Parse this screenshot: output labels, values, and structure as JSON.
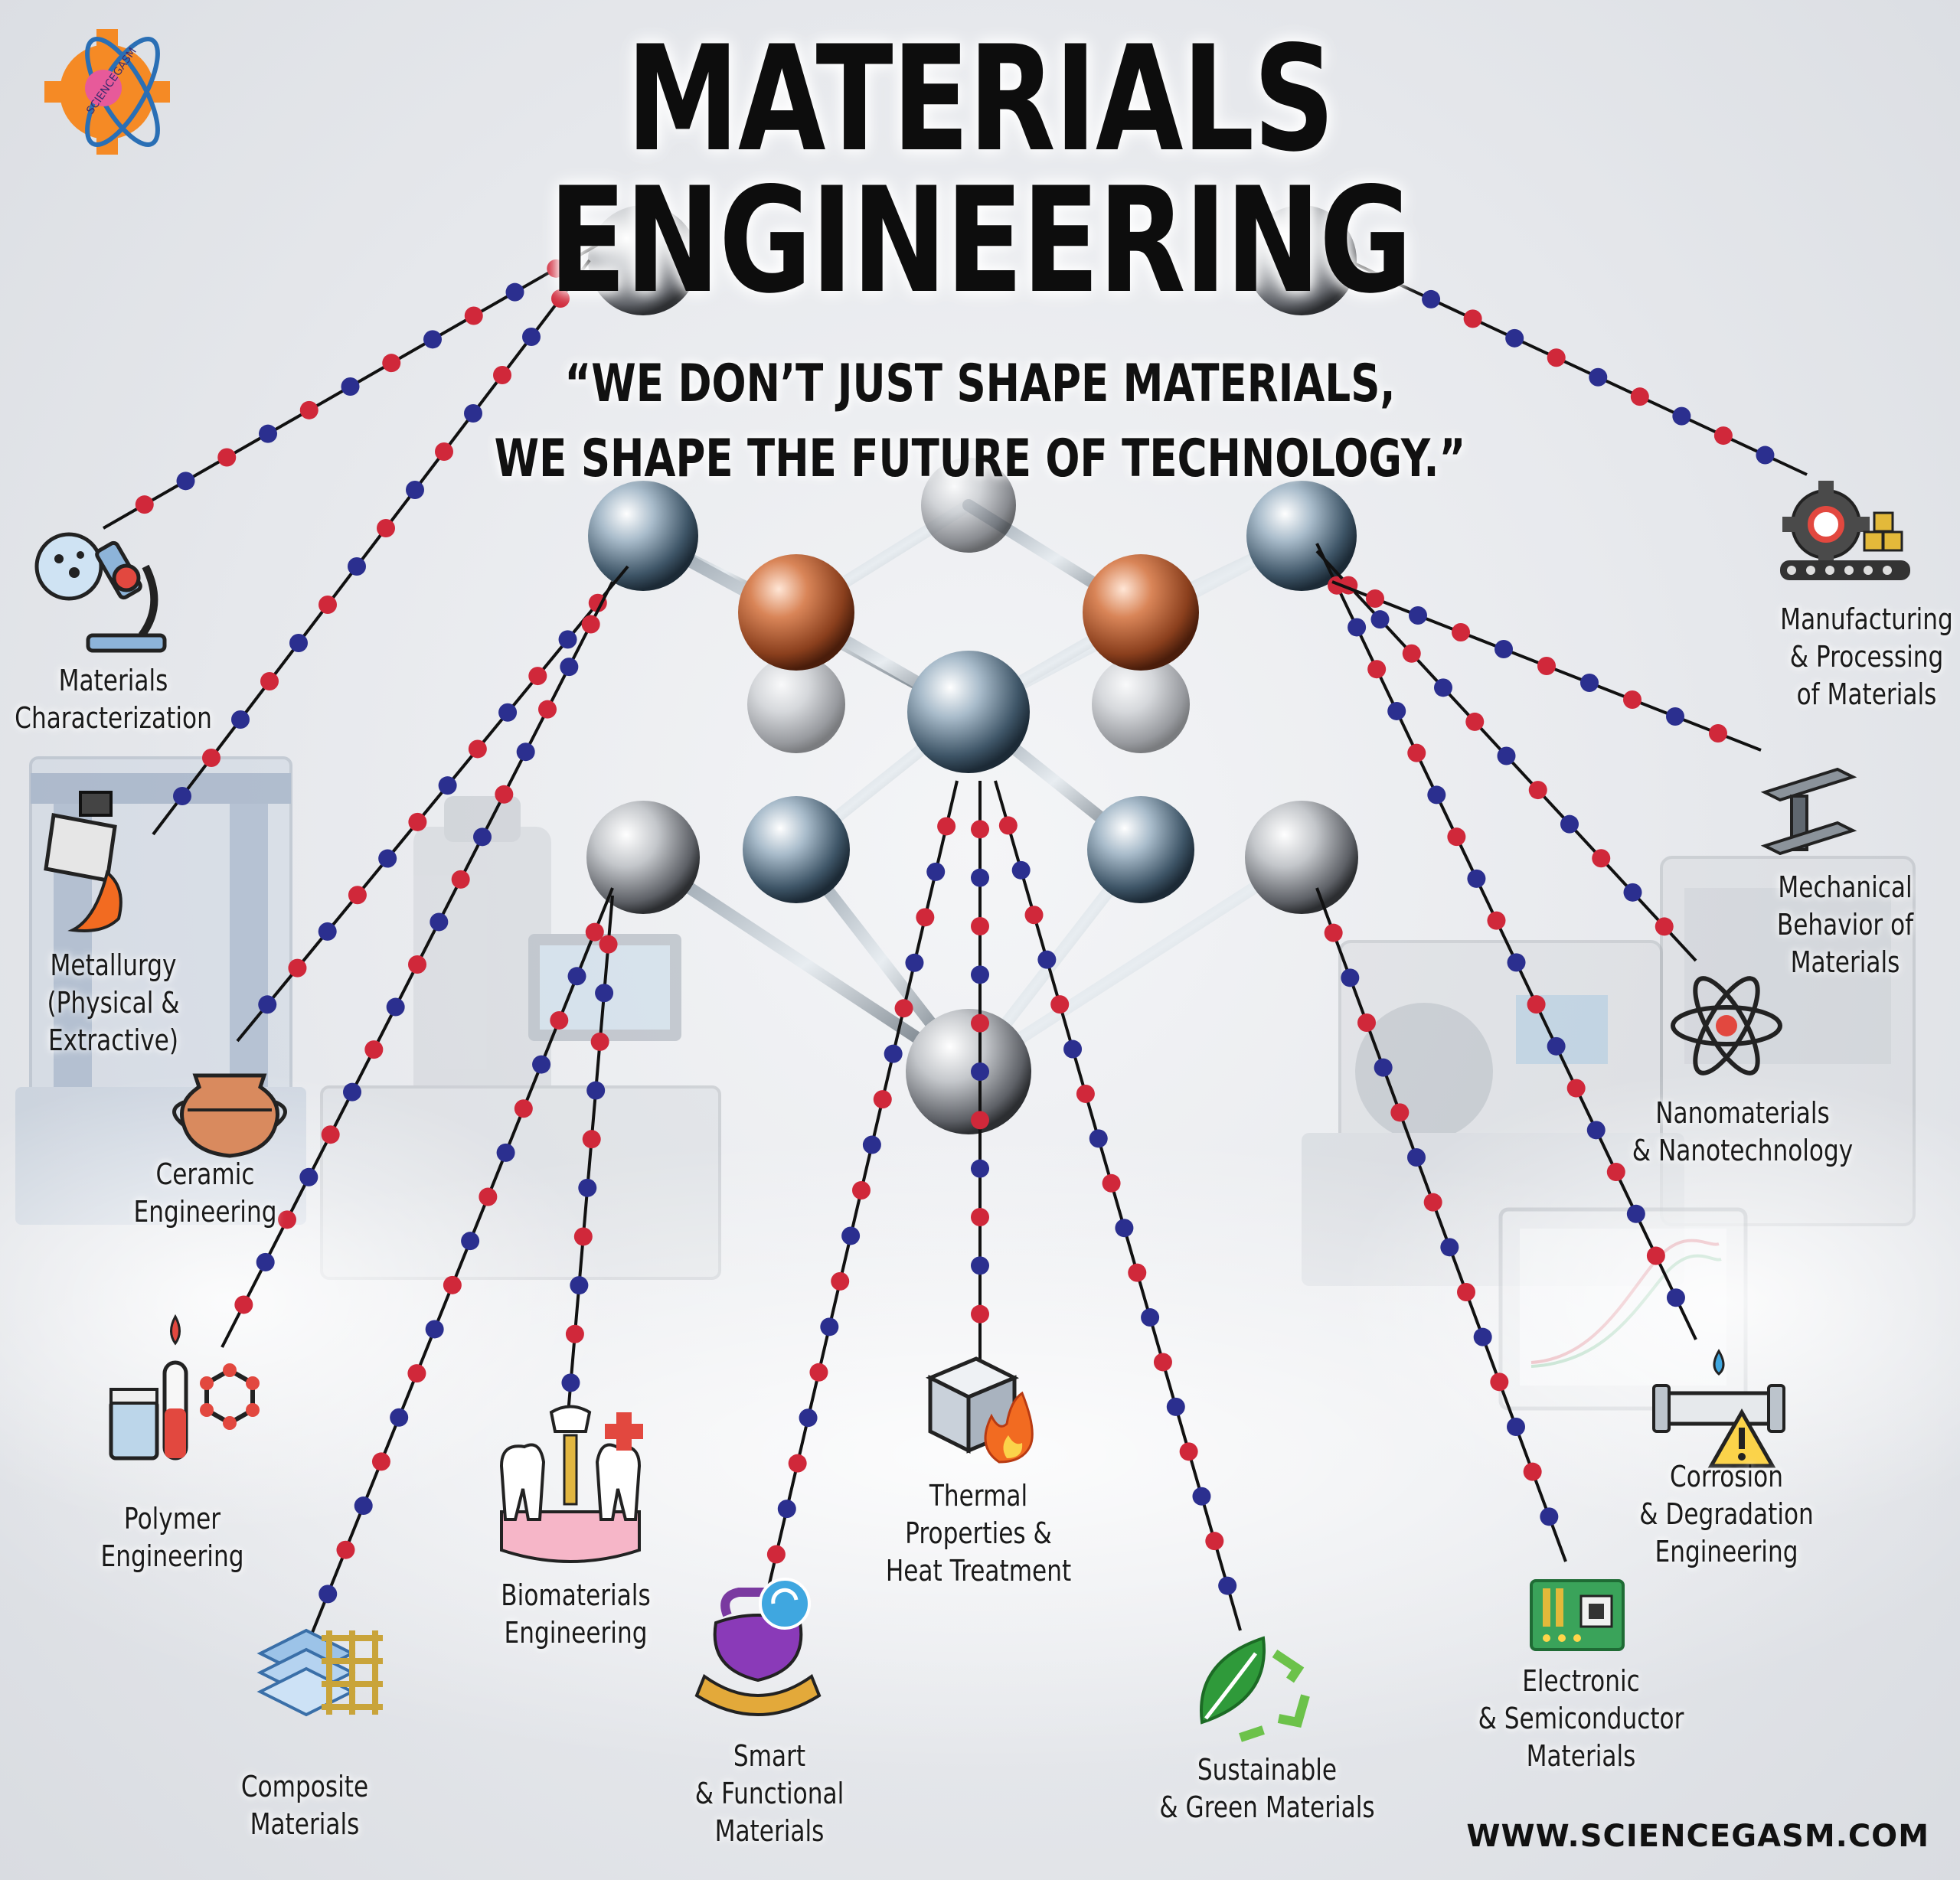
{
  "title": {
    "line1": "MATERIALS",
    "line2": "ENGINEERING"
  },
  "quote": {
    "line1": "“WE DON’T JUST SHAPE MATERIALS,",
    "line2": "WE SHAPE THE FUTURE OF TECHNOLOGY.”"
  },
  "footer": {
    "url": "WWW.SCIENCEGASM.COM"
  },
  "logo": {
    "text": "SCIENCEGASM"
  },
  "colors": {
    "dot_red": "#d0283a",
    "dot_blue": "#2b2f8f",
    "copper": "#b8623a",
    "steel": "#5f7a92"
  },
  "nodes": [
    {
      "id": "characterization",
      "icon": "microscope-icon",
      "lines": [
        "Materials",
        "Characterization"
      ]
    },
    {
      "id": "metallurgy",
      "icon": "ladle-pour-icon",
      "lines": [
        "Metallurgy",
        "(Physical &",
        "Extractive)"
      ]
    },
    {
      "id": "ceramic",
      "icon": "clay-pot-icon",
      "lines": [
        "Ceramic",
        "Engineering"
      ]
    },
    {
      "id": "polymer",
      "icon": "polymer-lab-icon",
      "lines": [
        "Polymer",
        "Engineering"
      ]
    },
    {
      "id": "composite",
      "icon": "layered-mesh-icon",
      "lines": [
        "Composite",
        "Materials"
      ]
    },
    {
      "id": "biomaterials",
      "icon": "dental-implant-icon",
      "lines": [
        "Biomaterials",
        "Engineering"
      ]
    },
    {
      "id": "smart",
      "icon": "smart-material-icon",
      "lines": [
        "Smart",
        "& Functional",
        "Materials"
      ]
    },
    {
      "id": "thermal",
      "icon": "cube-flame-icon",
      "lines": [
        "Thermal",
        "Properties &",
        "Heat Treatment"
      ]
    },
    {
      "id": "sustainable",
      "icon": "leaf-recycle-icon",
      "lines": [
        "Sustainable",
        "& Green Materials"
      ]
    },
    {
      "id": "electronic",
      "icon": "circuit-board-icon",
      "lines": [
        "Electronic",
        "& Semiconductor",
        "Materials"
      ]
    },
    {
      "id": "corrosion",
      "icon": "corroded-pipe-icon",
      "lines": [
        "Corrosion",
        "& Degradation",
        "Engineering"
      ]
    },
    {
      "id": "nano",
      "icon": "atom-icon",
      "lines": [
        "Nanomaterials",
        "& Nanotechnology"
      ]
    },
    {
      "id": "mechanical",
      "icon": "i-beam-icon",
      "lines": [
        "Mechanical",
        "Behavior of",
        "Materials"
      ]
    },
    {
      "id": "manufacturing",
      "icon": "gear-conveyor-icon",
      "lines": [
        "Manufacturing",
        "& Processing",
        "of Materials"
      ]
    }
  ]
}
